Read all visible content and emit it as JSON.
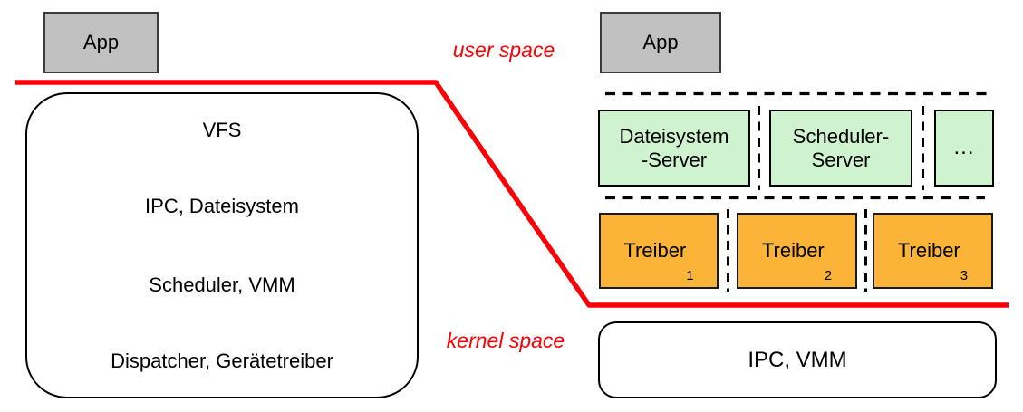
{
  "diagram_title_implicit": "monolithic kernel vs microkernel",
  "colors": {
    "boundary_red": "#FB0006",
    "app_gray_fill": "#C1C1C1",
    "server_green_fill": "#CFF3CF",
    "driver_orange_fill": "#FBB437",
    "line_black": "#000000"
  },
  "annotations": {
    "user_space": "user space",
    "kernel_space": "kernel space"
  },
  "monolithic": {
    "app_label": "App",
    "layers": [
      "VFS",
      "IPC, Dateisystem",
      "Scheduler, VMM",
      "Dispatcher, Gerätetreiber"
    ]
  },
  "microkernel": {
    "app_label": "App",
    "servers": [
      {
        "line1": "Dateisystem",
        "line2": "-Server"
      },
      {
        "line1": "Scheduler-",
        "line2": "Server"
      },
      {
        "line1": "..."
      }
    ],
    "drivers": [
      {
        "base": "Treiber",
        "sub": "1"
      },
      {
        "base": "Treiber",
        "sub": "2"
      },
      {
        "base": "Treiber",
        "sub": "3"
      }
    ],
    "kernel_box_label": "IPC, VMM"
  }
}
